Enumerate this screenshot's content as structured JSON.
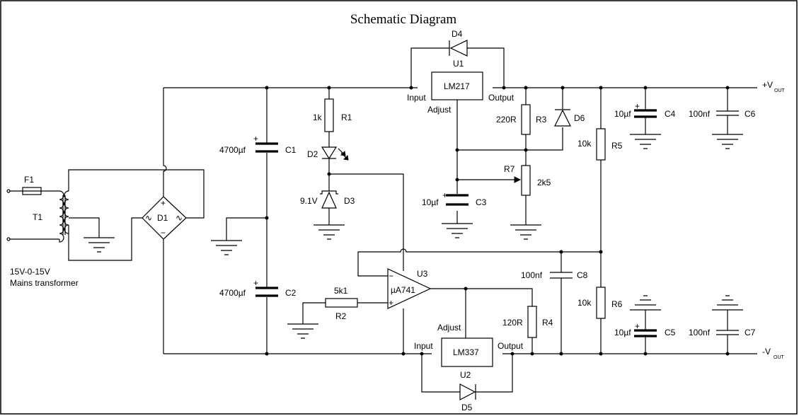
{
  "title": "Schematic Diagram",
  "components": {
    "f1": {
      "ref": "F1"
    },
    "t1": {
      "ref": "T1",
      "note_line1": "15V-0-15V",
      "note_line2": "Mains transformer"
    },
    "d1": {
      "ref": "D1",
      "plus": "+",
      "minus": "−",
      "ac": "∿"
    },
    "c1": {
      "ref": "C1",
      "value": "4700µf",
      "plus": "+"
    },
    "c2": {
      "ref": "C2",
      "value": "4700µf",
      "plus": "+"
    },
    "r1": {
      "ref": "R1",
      "value": "1k"
    },
    "d2": {
      "ref": "D2"
    },
    "d3": {
      "ref": "D3",
      "value": "9.1V"
    },
    "d4": {
      "ref": "D4"
    },
    "u1": {
      "ref": "U1",
      "part": "LM217",
      "input": "Input",
      "output": "Output",
      "adjust": "Adjust"
    },
    "r3": {
      "ref": "R3",
      "value": "220R"
    },
    "d6": {
      "ref": "D6"
    },
    "r7": {
      "ref": "R7",
      "value": "2k5"
    },
    "c3": {
      "ref": "C3",
      "value": "10µf",
      "plus": "+"
    },
    "u3": {
      "ref": "U3",
      "part": "µA741",
      "minus": "−",
      "plus": "+"
    },
    "r2": {
      "ref": "R2",
      "value": "5k1"
    },
    "u2": {
      "ref": "U2",
      "part": "LM337",
      "input": "Input",
      "output": "Output",
      "adjust": "Adjust"
    },
    "d5": {
      "ref": "D5"
    },
    "r4": {
      "ref": "R4",
      "value": "120R"
    },
    "c8": {
      "ref": "C8",
      "value": "100nf"
    },
    "r5": {
      "ref": "R5",
      "value": "10k"
    },
    "r6": {
      "ref": "R6",
      "value": "10k"
    },
    "c4": {
      "ref": "C4",
      "value": "10µf",
      "plus": "+"
    },
    "c5": {
      "ref": "C5",
      "value": "10µf",
      "plus": "+"
    },
    "c6": {
      "ref": "C6",
      "value": "100nf"
    },
    "c7": {
      "ref": "C7",
      "value": "100nf"
    }
  },
  "outputs": {
    "pos": {
      "sign": "+V",
      "sub": "OUT"
    },
    "neg": {
      "sign": "-V",
      "sub": "OUT"
    }
  }
}
